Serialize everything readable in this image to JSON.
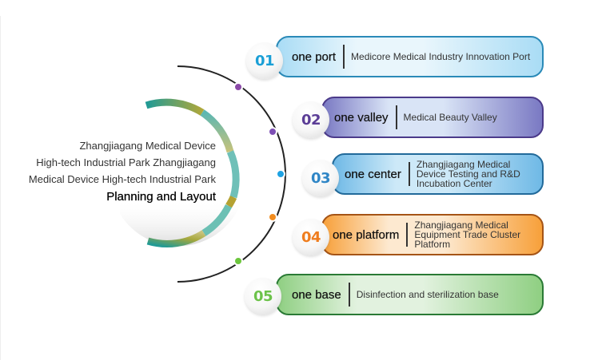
{
  "center": {
    "lines": [
      "Zhangjiagang Medical Device",
      "High-tech Industrial Park Zhangjiagang",
      "Medical Device High-tech Industrial Park"
    ],
    "title": "Planning and Layout"
  },
  "items": [
    {
      "number": "01",
      "keyword": "one port",
      "description": "Medicore Medical Industry Innovation Port",
      "color": "#1a9fd6",
      "border": "#2a8ab8",
      "fill_edge": "#a9dcf5",
      "fill_mid": "#e9f6fc",
      "dot": "#8b4aa8"
    },
    {
      "number": "02",
      "keyword": "one valley",
      "description": "Medical Beauty Valley",
      "color": "#5b3d96",
      "border": "#4b3a8a",
      "fill_edge": "#7a79c3",
      "fill_mid": "#d9e4f6",
      "dot": "#7e4fb5"
    },
    {
      "number": "03",
      "keyword": "one center",
      "description": "Zhangjiagang Medical Device Testing and R&D Incubation Center",
      "color": "#2f86c6",
      "border": "#226a9a",
      "fill_edge": "#6fb9e6",
      "fill_mid": "#cde9f8",
      "dot": "#1ea2e3"
    },
    {
      "number": "04",
      "keyword": "one platform",
      "description": "Zhangjiagang Medical Equipment Trade Cluster Platform",
      "color": "#ef7d1e",
      "border": "#a55416",
      "fill_edge": "#f7a03a",
      "fill_mid": "#fde9d0",
      "dot": "#f28c1e"
    },
    {
      "number": "05",
      "keyword": "one base",
      "description": "Disinfection and sterilization base",
      "color": "#6cc24a",
      "border": "#2a7a35",
      "fill_edge": "#8fcf82",
      "fill_mid": "#e2f2df",
      "dot": "#6cc63c"
    }
  ]
}
